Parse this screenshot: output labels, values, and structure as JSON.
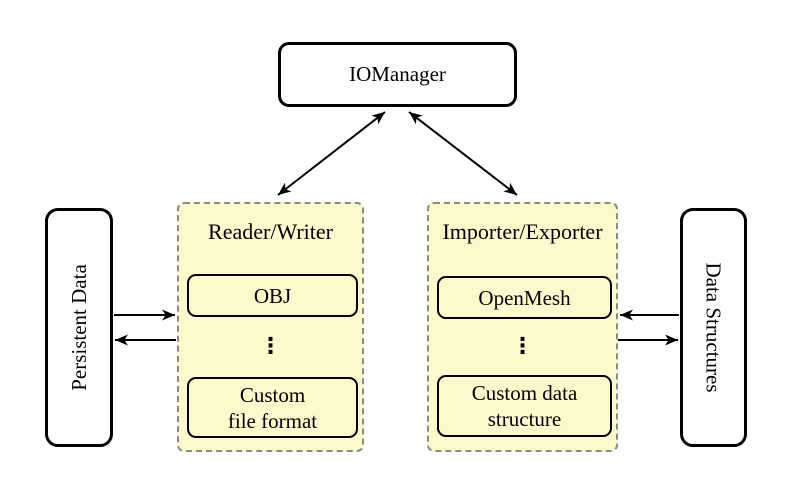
{
  "diagram": {
    "io_manager": {
      "label": "IOManager"
    },
    "persistent_data": {
      "label": "Persistent Data"
    },
    "data_structures": {
      "label": "Data Structures"
    },
    "reader_writer": {
      "title": "Reader/Writer",
      "ellipsis": "⋮",
      "items": [
        {
          "label": "OBJ"
        },
        {
          "label": "Custom\nfile format"
        }
      ]
    },
    "importer_exporter": {
      "title": "Importer/Exporter",
      "ellipsis": "⋮",
      "items": [
        {
          "label": "OpenMesh"
        },
        {
          "label": "Custom data\nstructure"
        }
      ]
    },
    "arrows": [
      {
        "name": "iomanager-readerwriter",
        "direction": "bidirectional"
      },
      {
        "name": "iomanager-importerexporter",
        "direction": "bidirectional"
      },
      {
        "name": "persistentdata-to-readerwriter",
        "direction": "right"
      },
      {
        "name": "readerwriter-to-persistentdata",
        "direction": "left"
      },
      {
        "name": "datastructures-to-importerexporter",
        "direction": "left"
      },
      {
        "name": "importerexporter-to-datastructures",
        "direction": "right"
      }
    ]
  },
  "colors": {
    "background": "#ffffff",
    "group_fill": "#fcfacd",
    "group_border": "#8a8a8a",
    "node_fill": "#ffffff",
    "node_border": "#000000",
    "arrow": "#000000",
    "text": "#000000"
  }
}
